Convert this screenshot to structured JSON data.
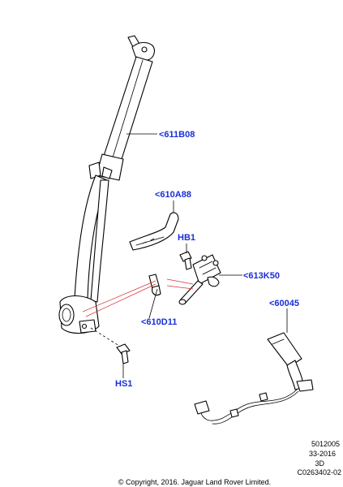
{
  "callouts": {
    "c611b08": "<611B08",
    "c610a88": "<610A88",
    "hb1": "HB1",
    "c613k50": "<613K50",
    "c60045": "<60045",
    "c610d11": "<610D11",
    "hs1": "HS1"
  },
  "meta": {
    "line1": "5012005",
    "line2": "33-2016",
    "line3": "3D",
    "line4": "C0263402-02"
  },
  "copyright": "© Copyright, 2016. Jaguar Land Rover Limited.",
  "colors": {
    "callout_text": "#1a2fd6",
    "pointer_line": "#d83030"
  }
}
